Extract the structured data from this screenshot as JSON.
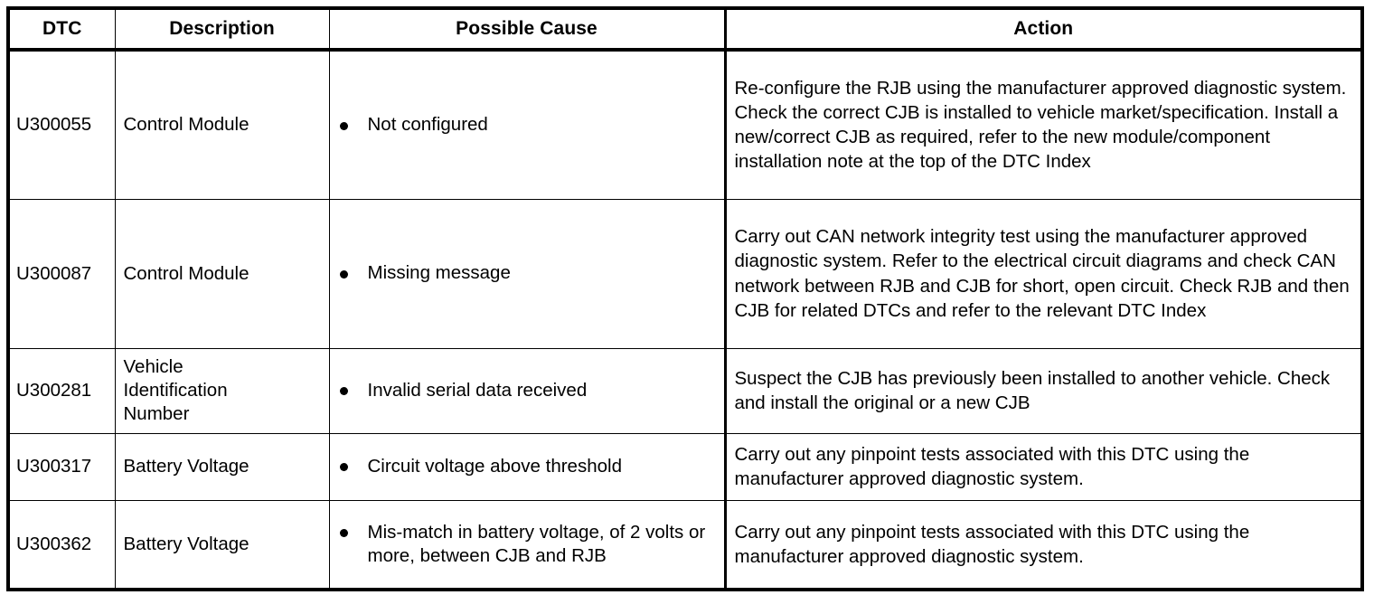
{
  "document": {
    "kind": "dtc-index-table",
    "title_visible": false
  },
  "table": {
    "columns": [
      {
        "key": "dtc",
        "label": "DTC"
      },
      {
        "key": "desc",
        "label": "Description"
      },
      {
        "key": "cause",
        "label": "Possible Cause"
      },
      {
        "key": "action",
        "label": "Action"
      }
    ],
    "rows": [
      {
        "dtc": "U300055",
        "description": "Control Module",
        "causes": [
          "Not configured"
        ],
        "action": "Re-configure the RJB using the manufacturer approved diagnostic system. Check the correct CJB is installed to vehicle market/specification. Install a new/correct CJB as required, refer to the new module/component installation note at the top of the DTC Index"
      },
      {
        "dtc": "U300087",
        "description": "Control Module",
        "causes": [
          "Missing message"
        ],
        "action": "Carry out CAN network integrity test using the manufacturer approved diagnostic system. Refer to the electrical circuit diagrams and check CAN network between RJB and CJB for short, open circuit. Check RJB and then CJB for related DTCs and refer to the relevant DTC Index"
      },
      {
        "dtc": "U300281",
        "description": "Vehicle Identification Number",
        "causes": [
          "Invalid serial data received"
        ],
        "action": "Suspect the CJB has previously been installed to another vehicle. Check and install the original or a new CJB"
      },
      {
        "dtc": "U300317",
        "description": "Battery Voltage",
        "causes": [
          "Circuit voltage above threshold"
        ],
        "action": "Carry out any pinpoint tests associated with this DTC using the manufacturer approved diagnostic system."
      },
      {
        "dtc": "U300362",
        "description": "Battery Voltage",
        "causes": [
          "Mis-match in battery voltage, of 2 volts or more, between CJB and RJB"
        ],
        "action": "Carry out any pinpoint tests associated with this DTC using the manufacturer approved diagnostic system."
      }
    ]
  },
  "colors": {
    "border": "#000000",
    "text": "#000000",
    "background": "#ffffff"
  }
}
